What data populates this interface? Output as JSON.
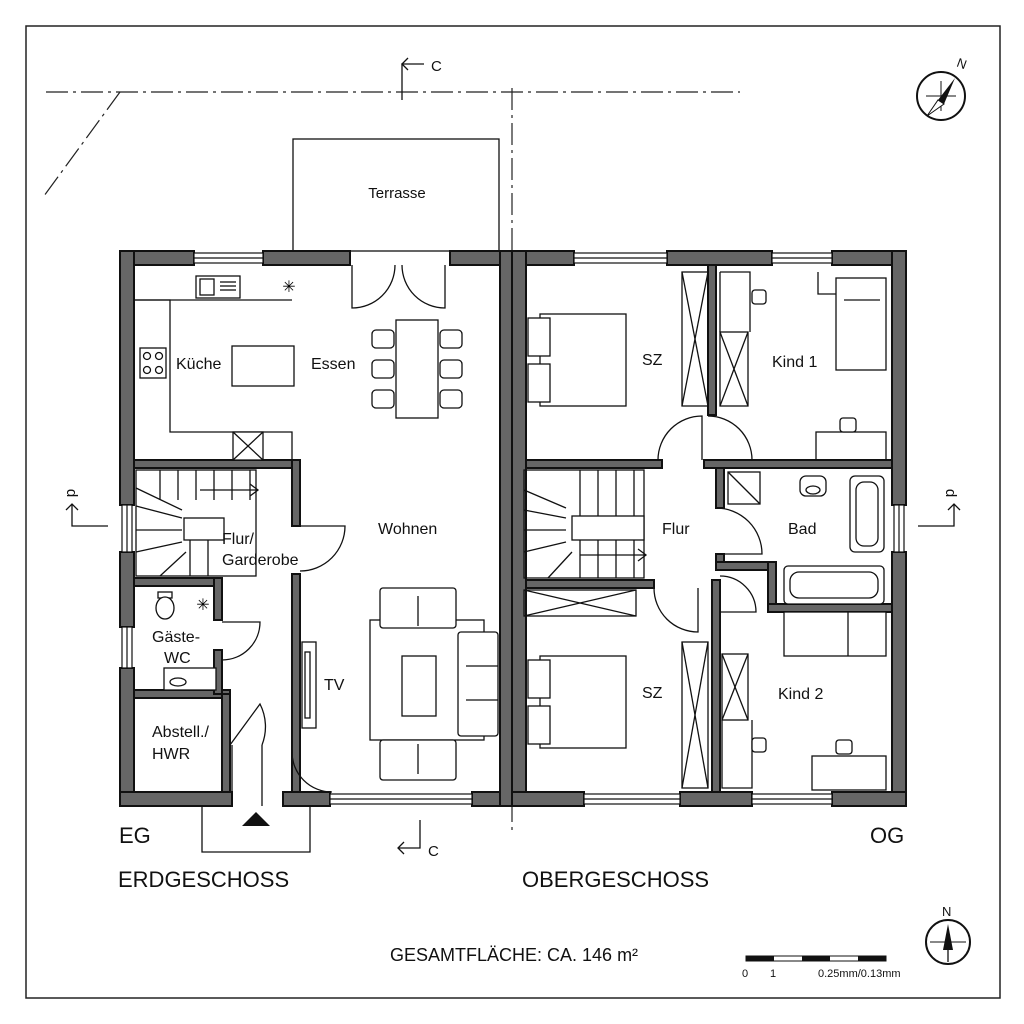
{
  "plan": {
    "eg": {
      "code": "EG",
      "name": "ERDGESCHOSS",
      "rooms": {
        "terrasse": "Terrasse",
        "kueche": "Küche",
        "essen": "Essen",
        "wohnen": "Wohnen",
        "flur_line1": "Flur/",
        "flur_line2": "Garderobe",
        "gaeste_line1": "Gäste-",
        "gaeste_line2": "WC",
        "abstell_line1": "Abstell./",
        "abstell_line2": "HWR",
        "tv": "TV"
      }
    },
    "og": {
      "code": "OG",
      "name": "OBERGESCHOSS",
      "rooms": {
        "sz_top": "SZ",
        "kind1": "Kind 1",
        "flur": "Flur",
        "bad": "Bad",
        "sz_bottom": "SZ",
        "kind2": "Kind 2"
      }
    },
    "section_c": "C",
    "section_d": "d",
    "north": "N",
    "total_area": "GESAMTFLÄCHE: CA. 146 m²",
    "scale": {
      "label0": "0",
      "label1": "1",
      "note": "0.25mm/0.13mm"
    }
  }
}
